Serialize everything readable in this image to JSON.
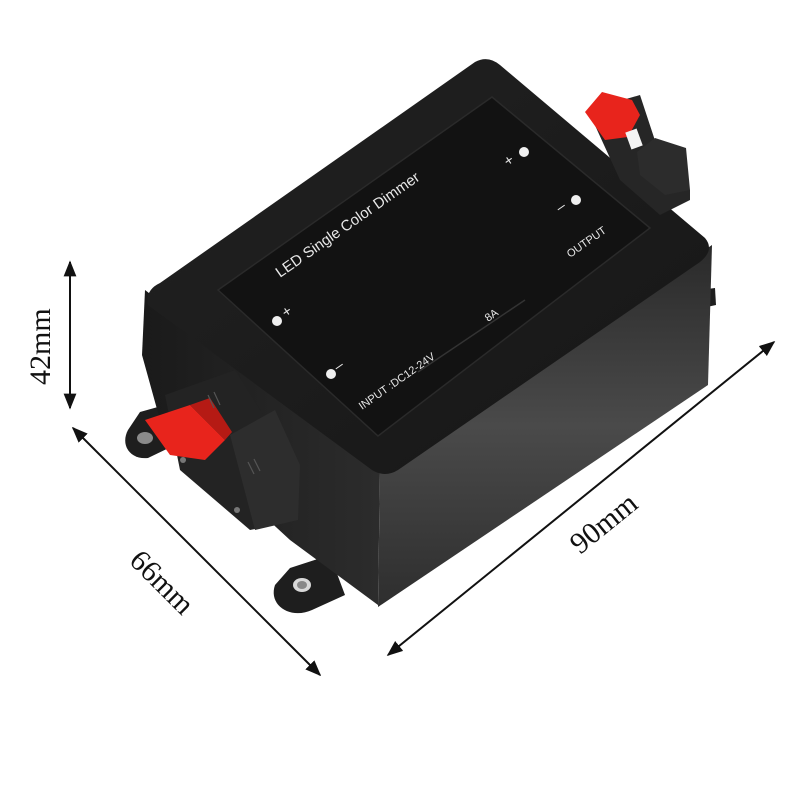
{
  "product": {
    "name": "LED Single Color Dimmer",
    "label": {
      "title": "LED Single Color Dimmer",
      "input_label": "INPUT :DC12-24V",
      "current_label": "8A",
      "output_label": "OUTPUT",
      "input_plus": "+",
      "input_minus": "–",
      "output_plus": "+",
      "output_minus": "–"
    },
    "colors": {
      "housing_top": "#1c1c1c",
      "housing_front": "#3a3a3a",
      "housing_side": "#2a2a2a",
      "label_panel": "#141414",
      "terminal_lever_red": "#e8241c",
      "terminal_body": "#262626",
      "label_ink": "#e8e8e8"
    }
  },
  "dimensions": {
    "height": "42mm",
    "width": "66mm",
    "length": "90mm",
    "line_color": "#111111"
  }
}
